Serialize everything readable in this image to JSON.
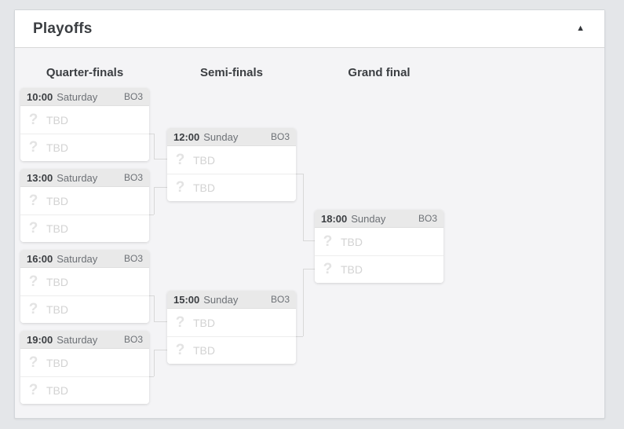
{
  "panel": {
    "title": "Playoffs",
    "collapse_icon": "▲"
  },
  "colors": {
    "page_background": "#e4e6e9",
    "panel_header_background": "#ffffff",
    "panel_body_background": "#f4f4f6",
    "match_header_background": "#e9e9e9",
    "connector_line": "#d8d8d8",
    "placeholder_text": "#d3d3d3"
  },
  "bracket": {
    "placeholder_icon": "?",
    "rounds": [
      {
        "label": "Quarter-finals",
        "matches": [
          {
            "time": "10:00",
            "day": "Saturday",
            "format": "BO3",
            "teams": [
              {
                "name": "TBD"
              },
              {
                "name": "TBD"
              }
            ]
          },
          {
            "time": "13:00",
            "day": "Saturday",
            "format": "BO3",
            "teams": [
              {
                "name": "TBD"
              },
              {
                "name": "TBD"
              }
            ]
          },
          {
            "time": "16:00",
            "day": "Saturday",
            "format": "BO3",
            "teams": [
              {
                "name": "TBD"
              },
              {
                "name": "TBD"
              }
            ]
          },
          {
            "time": "19:00",
            "day": "Saturday",
            "format": "BO3",
            "teams": [
              {
                "name": "TBD"
              },
              {
                "name": "TBD"
              }
            ]
          }
        ]
      },
      {
        "label": "Semi-finals",
        "matches": [
          {
            "time": "12:00",
            "day": "Sunday",
            "format": "BO3",
            "teams": [
              {
                "name": "TBD"
              },
              {
                "name": "TBD"
              }
            ]
          },
          {
            "time": "15:00",
            "day": "Sunday",
            "format": "BO3",
            "teams": [
              {
                "name": "TBD"
              },
              {
                "name": "TBD"
              }
            ]
          }
        ]
      },
      {
        "label": "Grand final",
        "matches": [
          {
            "time": "18:00",
            "day": "Sunday",
            "format": "BO3",
            "teams": [
              {
                "name": "TBD"
              },
              {
                "name": "TBD"
              }
            ]
          }
        ]
      }
    ]
  }
}
